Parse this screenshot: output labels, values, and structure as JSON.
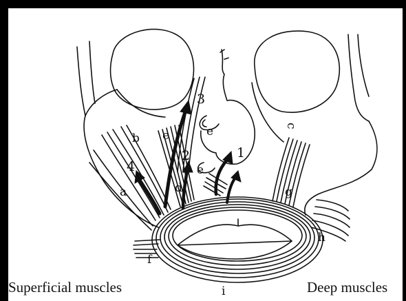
{
  "labels": {
    "a": "a",
    "b": "b",
    "c": "c",
    "d": "d",
    "e": "e",
    "e2": "e",
    "f": "f",
    "g": "g",
    "h": "h",
    "i": "i",
    "n1": "1",
    "n2": "2",
    "n3": "3",
    "n4": "4"
  },
  "captions": {
    "left": "Superficial muscles",
    "right": "Deep muscles"
  }
}
